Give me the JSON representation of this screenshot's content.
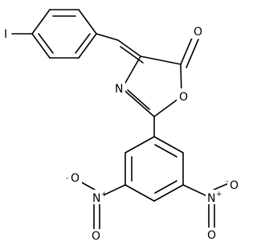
{
  "structure": {
    "atoms": {
      "iodine": "I",
      "carbonyl_oxygen": "O",
      "ring_nitrogen": "N",
      "ring_oxygen": "O",
      "nitro_left_nitrogen": "N",
      "nitro_left_charge_n": "+",
      "nitro_left_oxygen_top": "O",
      "nitro_left_charge_o": "-",
      "nitro_left_oxygen_bottom": "O",
      "nitro_right_nitrogen": "N",
      "nitro_right_charge_n": "+",
      "nitro_right_oxygen_top": "O",
      "nitro_right_charge_o": "-",
      "nitro_right_oxygen_bottom": "O"
    }
  }
}
